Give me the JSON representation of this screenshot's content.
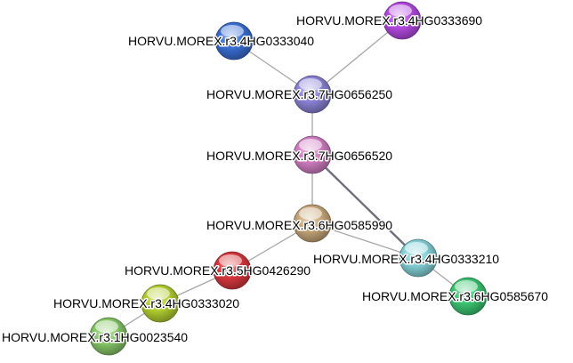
{
  "network": {
    "nodes": [
      {
        "id": "n1",
        "label": "HORVU.MOREX.r3.4HG0333040",
        "color": "#3a6fd4"
      },
      {
        "id": "n2",
        "label": "HORVU.MOREX.r3.4HG0333690",
        "color": "#b54be3"
      },
      {
        "id": "n3",
        "label": "HORVU.MOREX.r3.7HG0656250",
        "color": "#8c84d8"
      },
      {
        "id": "n4",
        "label": "HORVU.MOREX.r3.7HG0656520",
        "color": "#d27fc4"
      },
      {
        "id": "n5",
        "label": "HORVU.MOREX.r3.6HG0585990",
        "color": "#c9a87a"
      },
      {
        "id": "n6",
        "label": "HORVU.MOREX.r3.4HG0333210",
        "color": "#85d3d9"
      },
      {
        "id": "n7",
        "label": "HORVU.MOREX.r3.5HG0426290",
        "color": "#d9383e"
      },
      {
        "id": "n8",
        "label": "HORVU.MOREX.r3.6HG0585670",
        "color": "#3cc672"
      },
      {
        "id": "n9",
        "label": "HORVU.MOREX.r3.4HG0333020",
        "color": "#b4cf31"
      },
      {
        "id": "n10",
        "label": "HORVU.MOREX.r3.1HG0023540",
        "color": "#88c86a"
      }
    ],
    "edges": [
      {
        "source": "n1",
        "target": "n3",
        "weight": "normal"
      },
      {
        "source": "n2",
        "target": "n3",
        "weight": "normal"
      },
      {
        "source": "n3",
        "target": "n4",
        "weight": "normal"
      },
      {
        "source": "n4",
        "target": "n5",
        "weight": "normal"
      },
      {
        "source": "n4",
        "target": "n6",
        "weight": "strong"
      },
      {
        "source": "n5",
        "target": "n6",
        "weight": "normal"
      },
      {
        "source": "n5",
        "target": "n7",
        "weight": "normal"
      },
      {
        "source": "n6",
        "target": "n8",
        "weight": "normal"
      },
      {
        "source": "n7",
        "target": "n9",
        "weight": "normal"
      },
      {
        "source": "n9",
        "target": "n10",
        "weight": "normal"
      }
    ]
  }
}
